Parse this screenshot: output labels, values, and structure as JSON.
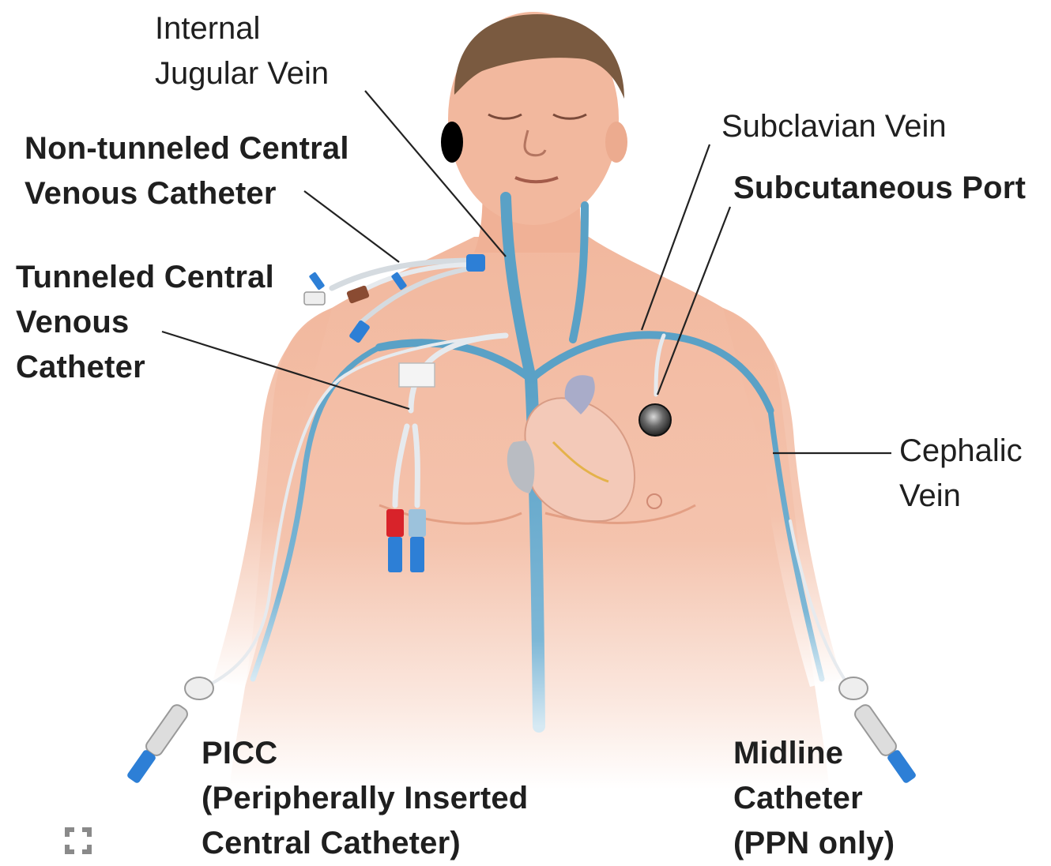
{
  "labels": {
    "internal_jugular": "Internal\nJugular Vein",
    "non_tunneled": "Non-tunneled Central\nVenous Catheter",
    "tunneled": "Tunneled Central\nVenous\nCatheter",
    "subclavian": "Subclavian Vein",
    "port": "Subcutaneous Port",
    "cephalic": "Cephalic\nVein",
    "picc": "PICC\n(Peripherally Inserted\nCentral Catheter)",
    "midline": "Midline\nCatheter\n(PPN only)"
  },
  "colors": {
    "skin": "#f2b89e",
    "skin_shadow": "#e39f84",
    "vein": "#5aa1c6",
    "catheter": "#e6eaee",
    "hub_blue": "#2d7fd6",
    "hub_red": "#d8232a",
    "hub_brown": "#8a4b32",
    "heart": "#f3c9b8",
    "hair": "#7a5a40",
    "leader": "#222222"
  },
  "icons": [
    "logo-mark-icon"
  ]
}
